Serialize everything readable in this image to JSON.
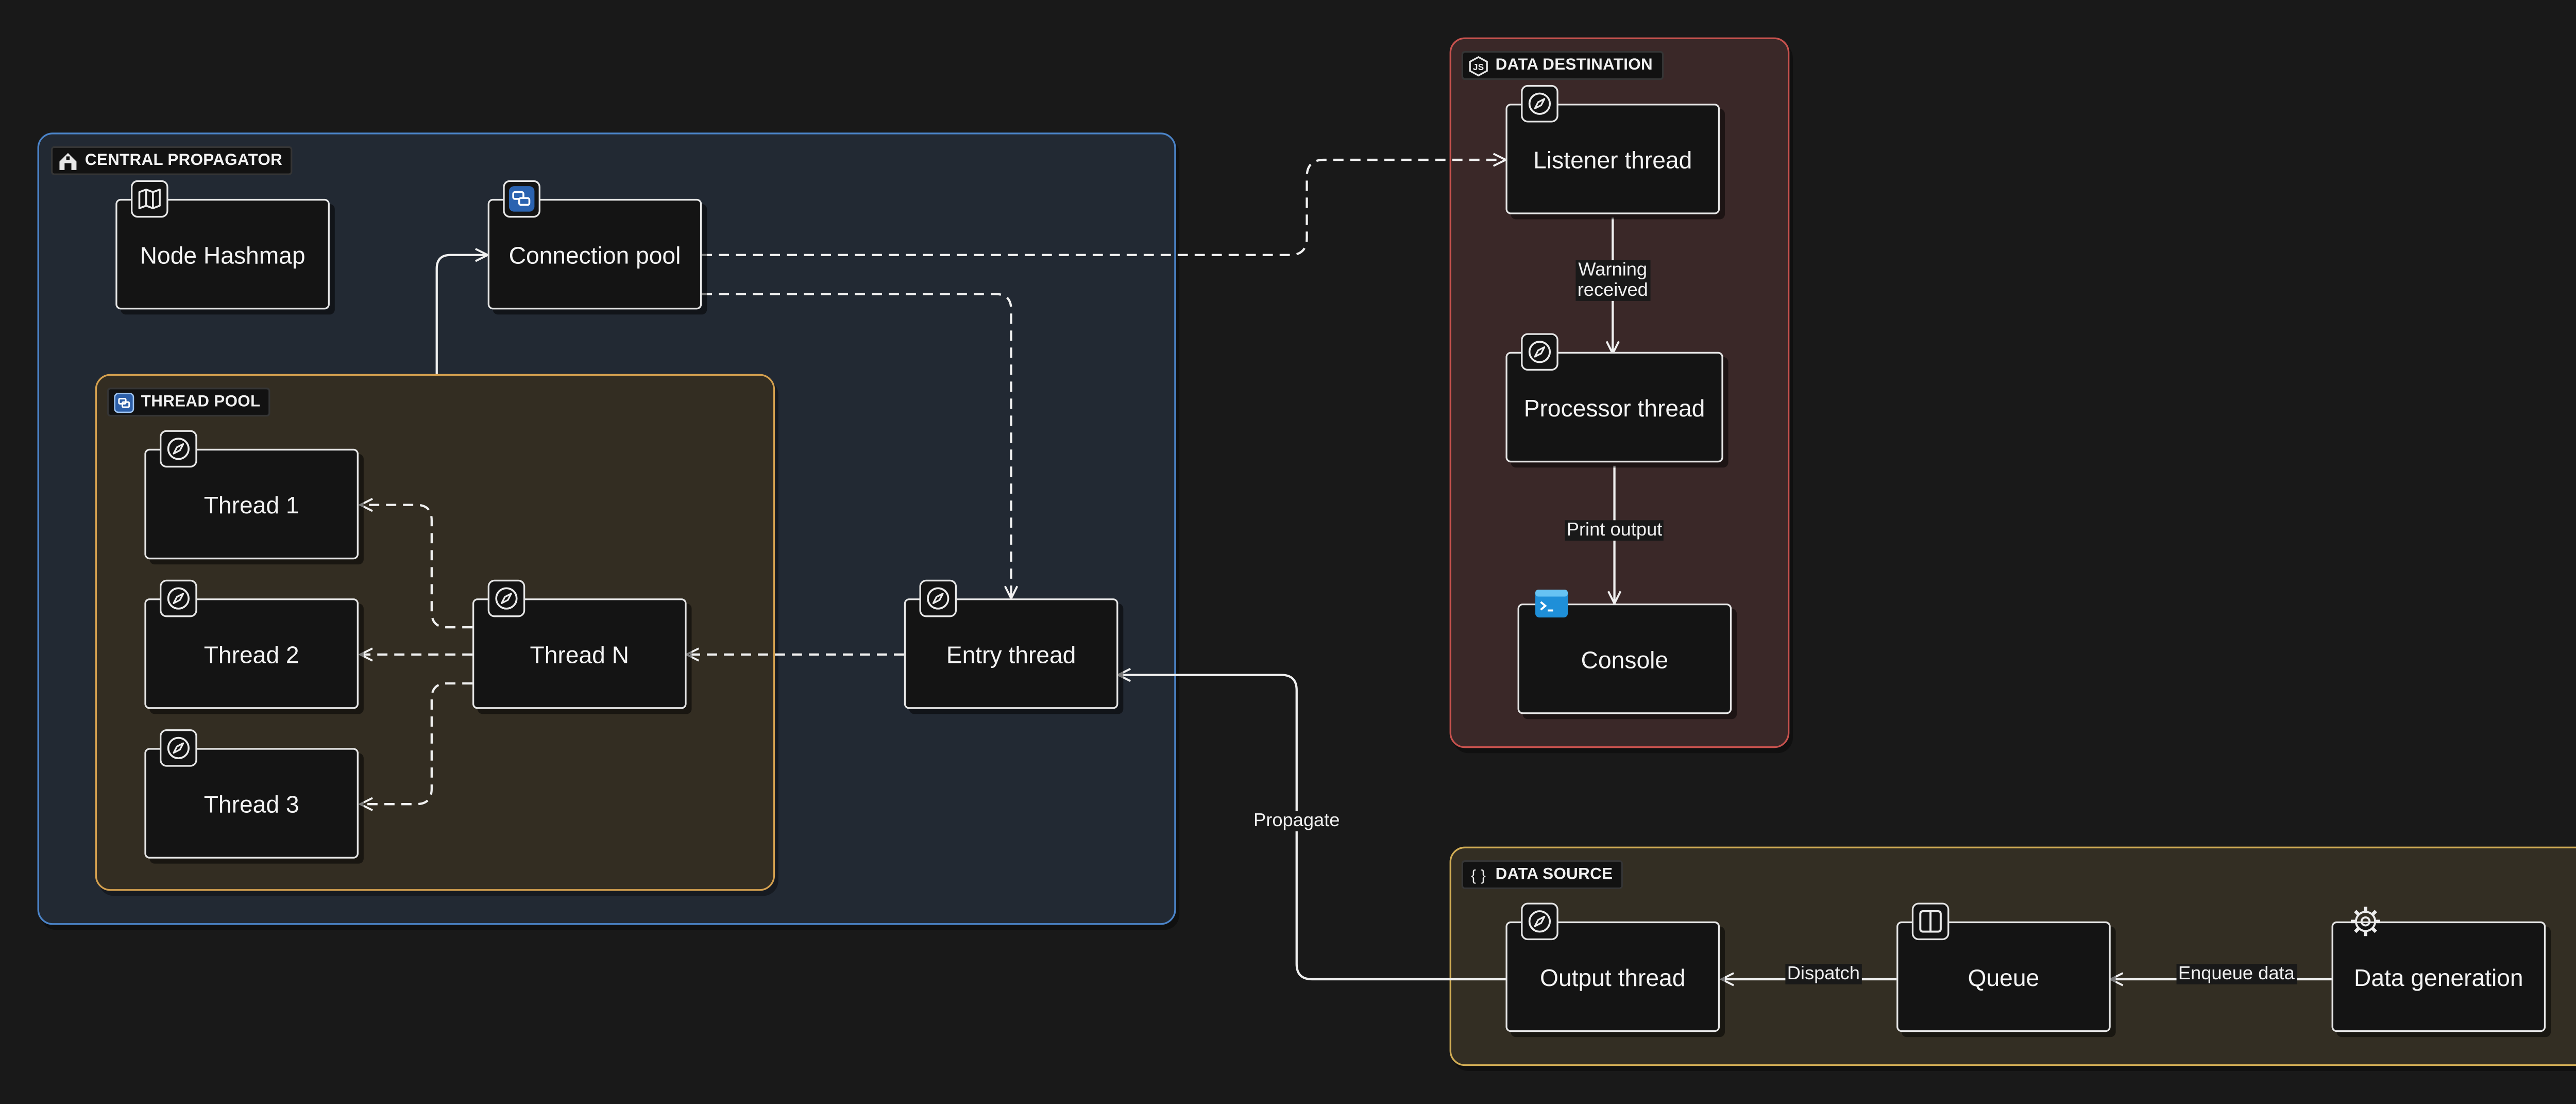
{
  "groups": {
    "central": {
      "label": "CENTRAL PROPAGATOR",
      "icon": "central-propagator-icon"
    },
    "threadpool": {
      "label": "THREAD POOL",
      "icon": "thread-pool-icon"
    },
    "destination": {
      "label": "DATA DESTINATION",
      "icon": "js-icon"
    },
    "source": {
      "label": "DATA SOURCE",
      "icon": "curly-braces-icon",
      "icon_text": "{ }"
    }
  },
  "nodes": {
    "node_hashmap": {
      "label": "Node Hashmap",
      "icon": "map-icon"
    },
    "connection_pool": {
      "label": "Connection pool",
      "icon": "connection-pool-icon"
    },
    "thread_1": {
      "label": "Thread 1",
      "icon": "compass-icon"
    },
    "thread_2": {
      "label": "Thread 2",
      "icon": "compass-icon"
    },
    "thread_3": {
      "label": "Thread 3",
      "icon": "compass-icon"
    },
    "thread_n": {
      "label": "Thread N",
      "icon": "compass-icon"
    },
    "entry_thread": {
      "label": "Entry thread",
      "icon": "compass-icon"
    },
    "listener_thread": {
      "label": "Listener thread",
      "icon": "compass-icon"
    },
    "processor_thread": {
      "label": "Processor thread",
      "icon": "compass-icon"
    },
    "console": {
      "label": "Console",
      "icon": "terminal-icon"
    },
    "output_thread": {
      "label": "Output thread",
      "icon": "compass-icon"
    },
    "queue": {
      "label": "Queue",
      "icon": "queue-icon"
    },
    "data_generation": {
      "label": "Data generation",
      "icon": "gear-icon"
    }
  },
  "edge_labels": {
    "warning_received": "Warning\nreceived",
    "print_output": "Print output",
    "propagate": "Propagate",
    "dispatch": "Dispatch",
    "enqueue_data": "Enqueue data"
  },
  "colors": {
    "background": "#191919",
    "central_border": "#4b84c9",
    "thread_pool_border": "#d4a04f",
    "destination_border": "#c8524e",
    "source_border": "#d2ad55",
    "node_border": "#e6e6e6",
    "edge": "#f0f0f0"
  }
}
